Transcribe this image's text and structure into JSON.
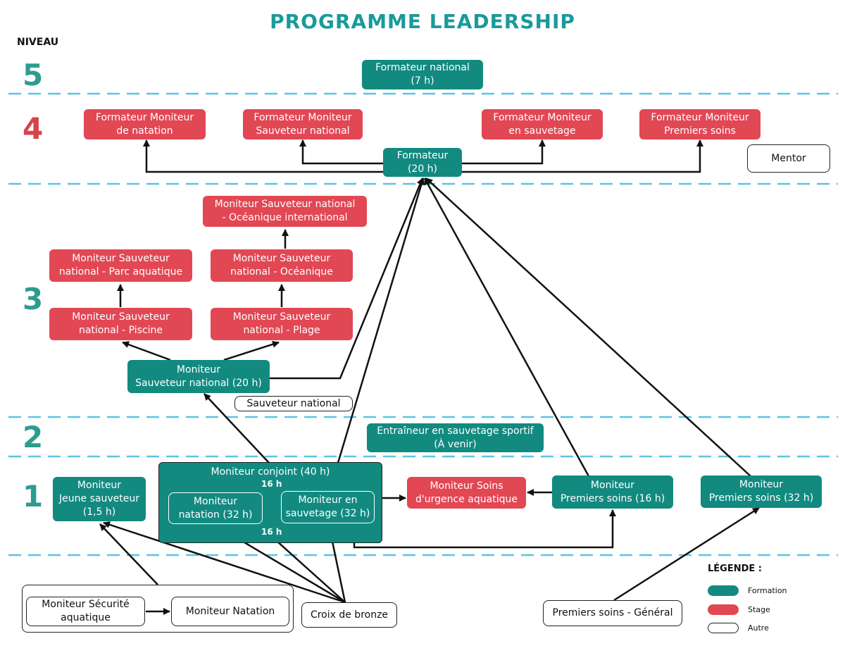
{
  "title": "PROGRAMME LEADERSHIP",
  "niveau_label": "NIVEAU",
  "levels": [
    "5",
    "4",
    "3",
    "2",
    "1"
  ],
  "nodes": {
    "formateur_national": "Formateur national\n(7 h)",
    "fmt_mon_natation": "Formateur Moniteur\nde natation",
    "fmt_mon_sauv_nat": "Formateur Moniteur\nSauveteur national",
    "fmt_mon_sauvetage": "Formateur Moniteur\nen sauvetage",
    "fmt_mon_premiers_soins": "Formateur Moniteur\nPremiers soins",
    "formateur": "Formateur\n(20 h)",
    "mentor": "Mentor",
    "msn_oceanique_intl": "Moniteur Sauveteur national\n- Océanique international",
    "msn_parc_aquatique": "Moniteur Sauveteur\nnational - Parc aquatique",
    "msn_oceanique": "Moniteur Sauveteur\nnational - Océanique",
    "msn_piscine": "Moniteur Sauveteur\nnational - Piscine",
    "msn_plage": "Moniteur Sauveteur\nnational - Plage",
    "moniteur_sauv_nat": "Moniteur\nSauveteur national (20 h)",
    "sauveteur_national": "Sauveteur national",
    "entraineur": "Entraîneur en sauvetage sportif\n(À venir)",
    "moniteur_conjoint": "Moniteur conjoint (40 h)",
    "moniteur_natation_32": "Moniteur\nnatation (32 h)",
    "moniteur_sauvetage_32": "Moniteur en\nsauvetage (32 h)",
    "hours_top": "16 h",
    "hours_bottom": "16 h",
    "moniteur_jeune": "Moniteur\nJeune sauveteur\n(1,5 h)",
    "moniteur_soins_urgence": "Moniteur Soins\nd'urgence aquatique",
    "moniteur_ps_16": "Moniteur\nPremiers soins (16 h)",
    "moniteur_ps_32": "Moniteur\nPremiers soins (32 h)",
    "moniteur_securite": "Moniteur Sécurité\naquatique",
    "moniteur_natation": "Moniteur Natation",
    "croix_bronze": "Croix de bronze",
    "premiers_soins_general": "Premiers soins - Général"
  },
  "legend": {
    "title": "LÉGENDE :",
    "items": [
      {
        "label": "Formation",
        "color": "#128a80"
      },
      {
        "label": "Stage",
        "color": "#e24754"
      },
      {
        "label": "Autre",
        "color": "#ffffff"
      }
    ]
  },
  "colors": {
    "teal": "#128a80",
    "red": "#e24754",
    "title": "#1a9a9a",
    "dash": "#5cc3e4"
  }
}
